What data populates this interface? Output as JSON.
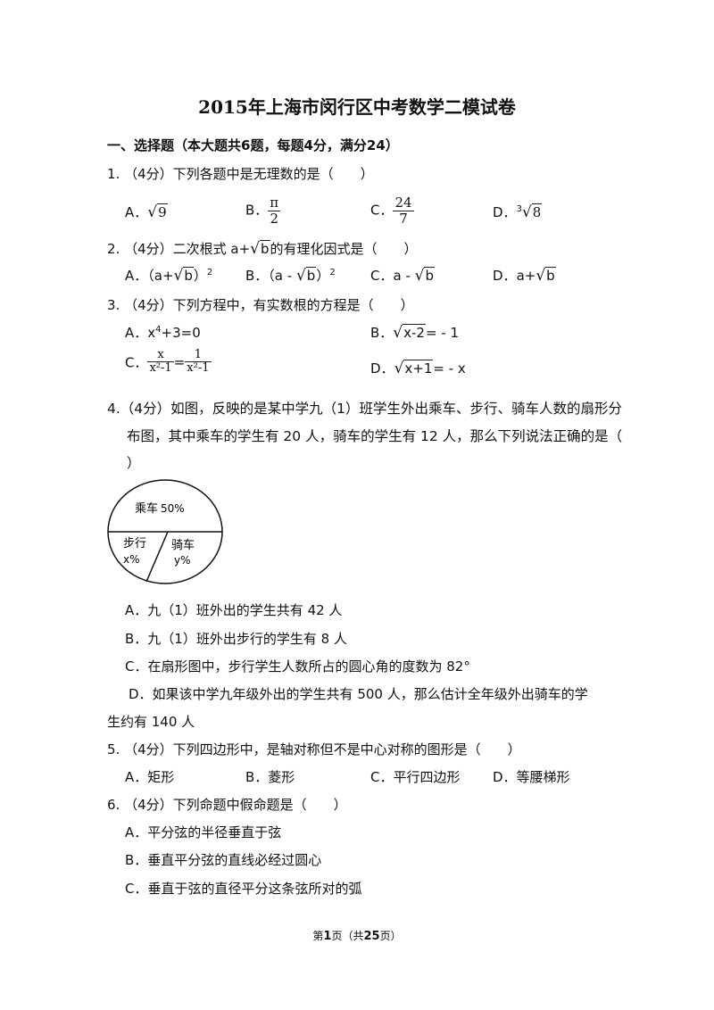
{
  "title": "2015年上海市闵行区中考数学二模试卷",
  "section1": "一、选择题（本大题共6题，每题4分，满分24）",
  "q1": {
    "stem": "1. （4分）下列各题中是无理数的是（　　）",
    "a_label": "A．",
    "a_rad": "9",
    "b_label": "B．",
    "b_num": "π",
    "b_den": "2",
    "c_label": "C．",
    "c_num": "24",
    "c_den": "7",
    "d_label": "D．",
    "d_idx": "3",
    "d_rad": "8"
  },
  "q2": {
    "stem_pre": "2. （4分）二次根式 a+",
    "stem_rad": "b",
    "stem_post": "的有理化因式是（　　）",
    "a_label": "A．",
    "a_pre": "（a+",
    "a_rad": "b",
    "a_post": "）",
    "a_sup": "2",
    "b_label": "B．",
    "b_pre": "（a - ",
    "b_rad": "b",
    "b_post": "）",
    "b_sup": "2",
    "c_label": "C．",
    "c_pre": "a - ",
    "c_rad": "b",
    "d_label": "D．",
    "d_pre": "a+",
    "d_rad": "b"
  },
  "q3": {
    "stem": "3. （4分）下列方程中，有实数根的方程是（　　）",
    "a_label": "A．",
    "a_base": "x",
    "a_sup": "4",
    "a_rest": "+3=0",
    "b_label": "B．",
    "b_rad": "x-2",
    "b_rest": "= - 1",
    "c_label": "C．",
    "c_num1": "x",
    "c_den1": "x²-1",
    "c_eq": "=",
    "c_num2": "1",
    "c_den2": "x²-1",
    "d_label": "D．",
    "d_rad": "x+1",
    "d_rest": "= - x"
  },
  "q4": {
    "stem_line1": "4.（4分）如图，反映的是某中学九（1）班学生外出乘车、步行、骑车人数的扇形分",
    "stem_line2": "布图，其中乘车的学生有 20 人，骑车的学生有 12 人，那么下列说法正确的是（",
    "stem_line3": "）",
    "pie": {
      "car_label": "乘车",
      "car_pct": "50%",
      "walk_label": "步行",
      "walk_pct": "x%",
      "bike_label": "骑车",
      "bike_pct": "y%"
    },
    "a": "A．九（1）班外出的学生共有 42 人",
    "b": "B．九（1）班外出步行的学生有 8 人",
    "c": "C．在扇形图中，步行学生人数所占的圆心角的度数为 82°",
    "d_line1": "D．如果该中学九年级外出的学生共有 500 人，那么估计全年级外出骑车的学",
    "d_line2": "生约有 140 人"
  },
  "q5": {
    "stem": "5. （4分）下列四边形中，是轴对称但不是中心对称的图形是（　　）",
    "a": "A．矩形",
    "b": "B．菱形",
    "c": "C．平行四边形",
    "d": "D．等腰梯形"
  },
  "q6": {
    "stem": "6. （4分）下列命题中假命题是（　　）",
    "a": "A．平分弦的半径垂直于弦",
    "b": "B．垂直平分弦的直线必经过圆心",
    "c": "C．垂直于弦的直径平分这条弦所对的弧"
  },
  "footer": {
    "pre": "第",
    "page": "1",
    "mid": "页（共",
    "total": "25",
    "post": "页）"
  }
}
